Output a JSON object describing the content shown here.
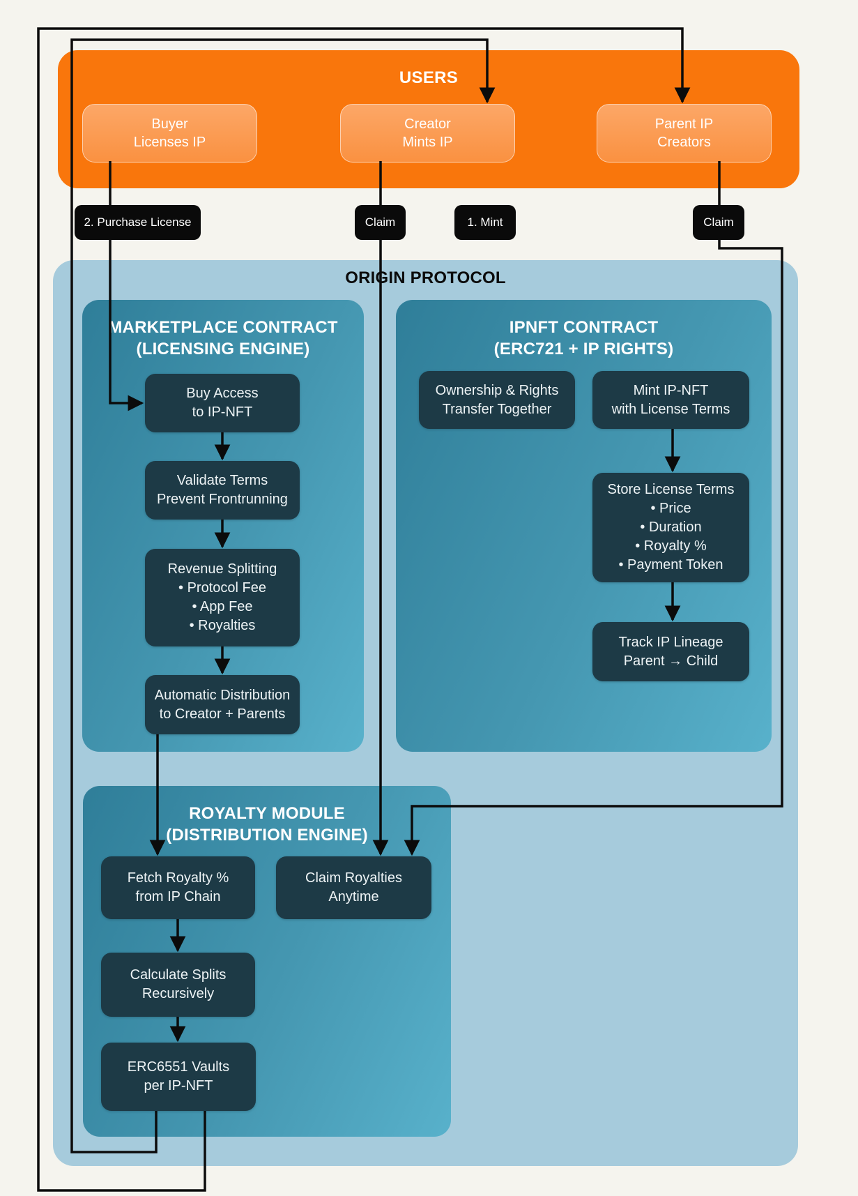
{
  "users_banner": {
    "title": "USERS",
    "boxes": {
      "buyer": {
        "lines": [
          "Buyer",
          "Licenses IP"
        ]
      },
      "creator": {
        "lines": [
          "Creator",
          "Mints IP"
        ]
      },
      "parent": {
        "lines": [
          "Parent IP",
          "Creators"
        ]
      }
    }
  },
  "flow_labels": {
    "purchase": "2. Purchase License",
    "claim_creator": "Claim",
    "mint": "1. Mint",
    "claim_parent": "Claim"
  },
  "origin": {
    "title": "ORIGIN PROTOCOL",
    "marketplace": {
      "title_lines": [
        "MARKETPLACE CONTRACT",
        "(LICENSING ENGINE)"
      ],
      "nodes": {
        "buy": {
          "lines": [
            "Buy Access",
            "to IP-NFT"
          ]
        },
        "validate": {
          "lines": [
            "Validate Terms",
            "Prevent Frontrunning"
          ]
        },
        "revenue": {
          "lines": [
            "Revenue Splitting",
            "•  Protocol Fee",
            "•  App Fee",
            "•  Royalties"
          ]
        },
        "auto": {
          "lines": [
            "Automatic Distribution",
            "to Creator + Parents"
          ]
        }
      }
    },
    "ipnft": {
      "title_lines": [
        "IPNFT CONTRACT",
        "(ERC721 + IP RIGHTS)"
      ],
      "nodes": {
        "ownership": {
          "lines": [
            "Ownership & Rights",
            "Transfer Together"
          ]
        },
        "mint": {
          "lines": [
            "Mint IP-NFT",
            "with License Terms"
          ]
        },
        "store": {
          "lines": [
            "Store License Terms",
            "•  Price",
            "•  Duration",
            "•  Royalty %",
            "•  Payment Token"
          ]
        },
        "track": {
          "lines": [
            "Track IP Lineage",
            "Parent → Child"
          ]
        }
      }
    },
    "royalty": {
      "title_lines": [
        "ROYALTY MODULE",
        "(DISTRIBUTION ENGINE)"
      ],
      "nodes": {
        "fetch": {
          "lines": [
            "Fetch Royalty %",
            "from IP Chain"
          ]
        },
        "claim": {
          "lines": [
            "Claim Royalties",
            "Anytime"
          ]
        },
        "calc": {
          "lines": [
            "Calculate Splits",
            "Recursively"
          ]
        },
        "vaults": {
          "lines": [
            "ERC6551 Vaults",
            "per IP-NFT"
          ]
        }
      }
    }
  },
  "colors": {
    "background": "#F5F4EE",
    "banner_orange": "#F9760C",
    "user_box_orange": "#FA9A50",
    "label_black": "#0A0A0A",
    "origin_blue": "#A6CBDC",
    "module_teal_dark": "#2F7E99",
    "module_teal_light": "#58B1CB",
    "node_slate": "#1D3A46",
    "wire_black": "#0B0B0B"
  }
}
